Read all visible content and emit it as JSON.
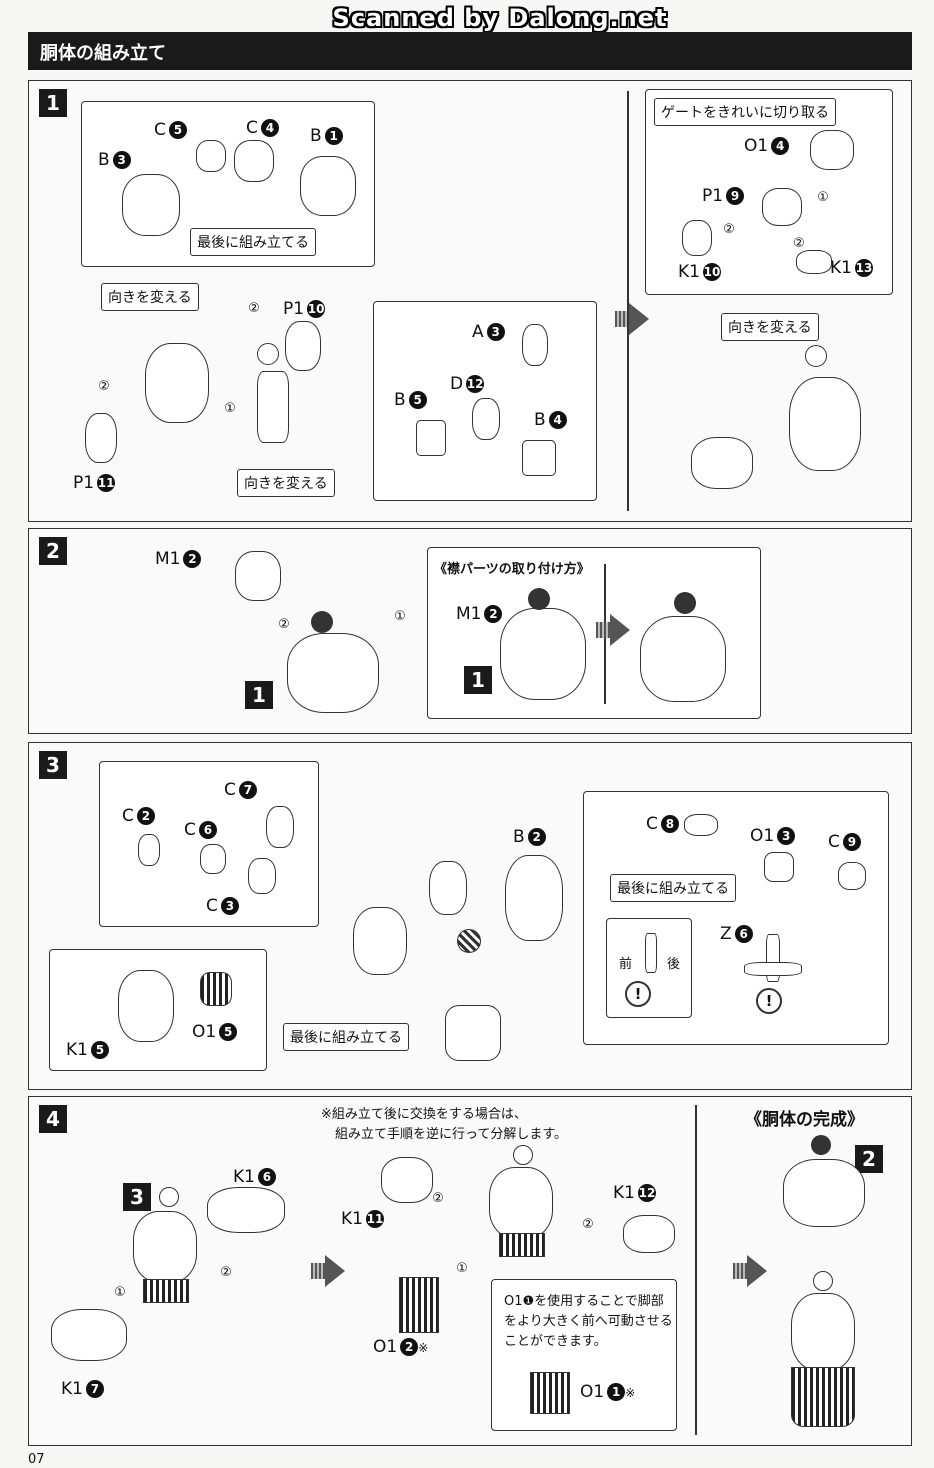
{
  "watermark": "Scanned by Dalong.net",
  "header_title": "胴体の組み立て",
  "page_number": "07",
  "steps": {
    "s1": "1",
    "s2": "2",
    "s3": "3",
    "s4": "4"
  },
  "step1": {
    "parts": {
      "c5": "C",
      "c4": "C",
      "b1": "B",
      "b3": "B",
      "p1_10": "P1",
      "p1_11": "P1",
      "a3": "A",
      "d12": "D",
      "b5": "B",
      "b4": "B",
      "o1_4": "O1",
      "p1_9": "P1",
      "k1_10": "K1",
      "k1_13": "K1"
    },
    "nums": {
      "c5": "5",
      "c4": "4",
      "b1": "1",
      "b3": "3",
      "p1_10": "10",
      "p1_11": "11",
      "a3": "3",
      "d12": "12",
      "b5": "5",
      "b4": "4",
      "o1_4": "4",
      "p1_9": "9",
      "k1_10": "10",
      "k1_13": "13"
    },
    "note_last": "最後に組み立てる",
    "note_turn1": "向きを変える",
    "note_turn2": "向きを変える",
    "note_turn3": "向きを変える",
    "note_gate": "ゲートをきれいに切り取る"
  },
  "step2": {
    "m1": "M1",
    "m1_num": "2",
    "m1b": "M1",
    "m1b_num": "2",
    "collar_title": "《襟パーツの取り付け方》",
    "ref": "1"
  },
  "step3": {
    "c7": "C",
    "c7n": "7",
    "c2": "C",
    "c2n": "2",
    "c6": "C",
    "c6n": "6",
    "c3": "C",
    "c3n": "3",
    "b2": "B",
    "b2n": "2",
    "c8": "C",
    "c8n": "8",
    "o1_3": "O1",
    "o1_3n": "3",
    "c9": "C",
    "c9n": "9",
    "z6": "Z",
    "z6n": "6",
    "k1_5": "K1",
    "k1_5n": "5",
    "o1_5": "O1",
    "o1_5n": "5",
    "note_last1": "最後に組み立てる",
    "note_last2": "最後に組み立てる",
    "front": "前",
    "back": "後"
  },
  "step4": {
    "ref3": "3",
    "k1_6": "K1",
    "k1_6n": "6",
    "k1_7": "K1",
    "k1_7n": "7",
    "note_swap_1": "※組み立て後に交換をする場合は、",
    "note_swap_2": "組み立て手順を逆に行って分解します。",
    "k1_11": "K1",
    "k1_11n": "11",
    "k1_12": "K1",
    "k1_12n": "12",
    "o1_2": "O1",
    "o1_2n": "2",
    "mark": "※",
    "o1_1": "O1",
    "o1_1n": "1",
    "tip_1": "O1❶を使用することで脚部",
    "tip_2": "をより大きく前へ可動させる",
    "tip_3": "ことができます。",
    "complete_title": "《胴体の完成》",
    "ref2": "2"
  }
}
